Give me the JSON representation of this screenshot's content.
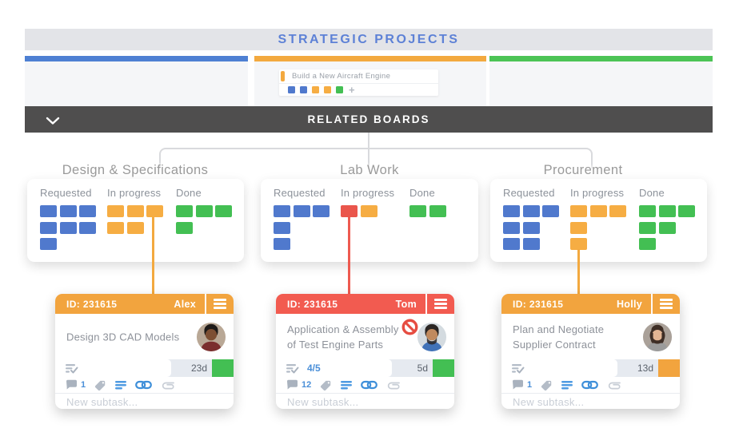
{
  "palette": {
    "blue": "#5079cd",
    "orange": "#f6ad43",
    "green": "#43bf53",
    "red": "#ea564c"
  },
  "strategic": {
    "title": "STRATEGIC PROJECTS",
    "panel_colors": [
      "#4e80d3",
      "#f3a93f",
      "#4cc455"
    ],
    "mini_card": {
      "title": "Build a New Aircraft Engine",
      "squares": [
        "#5079cd",
        "#5079cd",
        "#f6ad43",
        "#f6ad43",
        "#43bf53"
      ],
      "add_label": "+"
    }
  },
  "related_boards": {
    "label": "RELATED BOARDS"
  },
  "boards": [
    {
      "title": "Design & Specifications",
      "columns": [
        {
          "label": "Requested",
          "chips": [
            [
              "blue",
              "blue",
              "blue"
            ],
            [
              "blue",
              "blue",
              "blue"
            ],
            [
              "blue"
            ]
          ]
        },
        {
          "label": "In progress",
          "chips": [
            [
              "orange",
              "orange",
              "orange"
            ],
            [
              "orange",
              "orange"
            ]
          ]
        },
        {
          "label": "Done",
          "chips": [
            [
              "green",
              "green",
              "green"
            ],
            [
              "green"
            ]
          ]
        }
      ]
    },
    {
      "title": "Lab Work",
      "columns": [
        {
          "label": "Requested",
          "chips": [
            [
              "blue",
              "blue",
              "blue"
            ],
            [
              "blue"
            ],
            [
              "blue"
            ]
          ]
        },
        {
          "label": "In progress",
          "chips": [
            [
              "red",
              "orange"
            ]
          ]
        },
        {
          "label": "Done",
          "chips": [
            [
              "green",
              "green"
            ]
          ]
        }
      ]
    },
    {
      "title": "Procurement",
      "columns": [
        {
          "label": "Requested",
          "chips": [
            [
              "blue",
              "blue",
              "blue"
            ],
            [
              "blue",
              "blue"
            ],
            [
              "blue",
              "blue"
            ]
          ]
        },
        {
          "label": "In progress",
          "chips": [
            [
              "orange",
              "orange",
              "orange"
            ],
            [
              "orange"
            ],
            [
              "orange"
            ]
          ]
        },
        {
          "label": "Done",
          "chips": [
            [
              "green",
              "green",
              "green"
            ],
            [
              "green",
              "green"
            ],
            [
              "green"
            ]
          ]
        }
      ]
    }
  ],
  "task_cards": [
    {
      "id": "ID: 231615",
      "assignee": "Alex",
      "header_color": "#f2a43e",
      "connector_color": "#f3a93f",
      "title": "Design 3D CAD Models",
      "progress": "",
      "duration": "23d",
      "status_color": "#43bf53",
      "comment_count": "1",
      "placeholder": "New subtask..."
    },
    {
      "id": "ID: 231615",
      "assignee": "Tom",
      "header_color": "#f25b50",
      "connector_color": "#ee5a50",
      "title": "Application & Assembly of Test Engine Parts",
      "progress": "4/5",
      "duration": "5d",
      "status_color": "#43bf53",
      "comment_count": "12",
      "placeholder": "New subtask..."
    },
    {
      "id": "ID: 231615",
      "assignee": "Holly",
      "header_color": "#f2a43e",
      "connector_color": "#f3a93f",
      "title": "Plan and Negotiate Supplier Contract",
      "progress": "",
      "duration": "13d",
      "status_color": "#f2a43e",
      "comment_count": "1",
      "placeholder": "New subtask..."
    }
  ]
}
